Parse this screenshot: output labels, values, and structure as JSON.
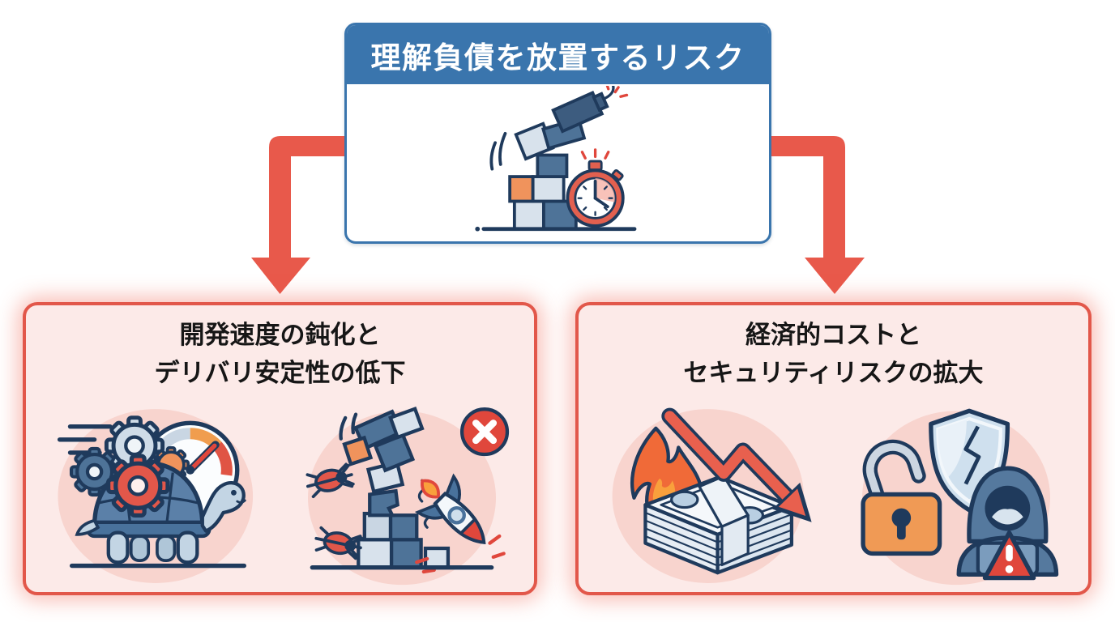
{
  "colors": {
    "background": "#FFFFFF",
    "header_blue": "#3A75AD",
    "arrow_red": "#E8594B",
    "box_border_red": "#E2574A",
    "box_bg_pink": "#FCEAE8",
    "ellipse_pink": "#F8D4CE",
    "outline_navy": "#1F3A5C",
    "accent_orange": "#F0935C",
    "accent_salmon": "#E2574A",
    "title_text": "#161616",
    "header_text": "#FFFFFF"
  },
  "top_box": {
    "title": "理解負債を放置するリスク",
    "icon": "toppling-blocks-bomb-stopwatch-icon"
  },
  "branches": {
    "left_arrow_icon": "elbow-arrow-down-left-icon",
    "right_arrow_icon": "elbow-arrow-down-right-icon"
  },
  "left_box": {
    "title_line1": "開発速度の鈍化と",
    "title_line2": "デリバリ安定性の低下",
    "icons": [
      "turtle-gears-speedometer-icon",
      "collapsing-blocks-bugs-crashing-rocket-icon"
    ]
  },
  "right_box": {
    "title_line1": "経済的コストと",
    "title_line2": "セキュリティリスクの拡大",
    "icons": [
      "burning-money-declining-arrow-icon",
      "open-padlock-broken-shield-hacker-icon"
    ]
  }
}
